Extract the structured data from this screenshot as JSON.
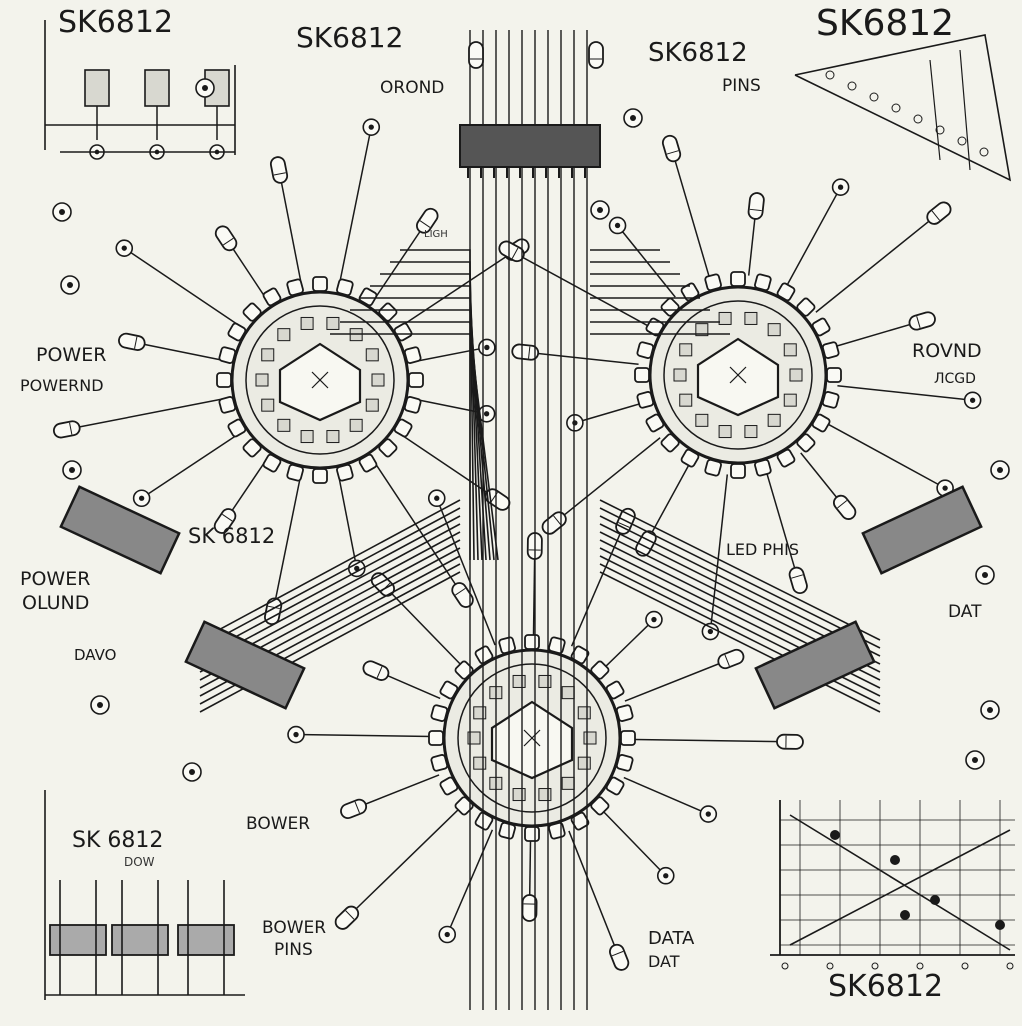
{
  "labels": {
    "top_left_title": "SK6812",
    "top_center_title": "SK6812",
    "orond": "OROND",
    "pins_title": "SK6812",
    "pins": "PINS",
    "top_right_title": "SK6812",
    "ligh": "LIGH",
    "power_left": "POWER",
    "powerd_left": "POWERND",
    "round_right": "ROVND",
    "round_sub": "ЛCGD",
    "sk_mid_left": "SK 6812",
    "power_oluund": "POWER",
    "oluund": "OLUND",
    "davo": "DAVO",
    "led_pins": "LED PHIS",
    "dat_right": "DAT",
    "bower_mid": "BOWER",
    "sk_bottom_left": "SK  6812",
    "dow": "DOW",
    "bower_pins_1": "BOWER",
    "bower_pins_2": "PINS",
    "data_1": "DATA",
    "data_2": "DAT",
    "bottom_right_title": "SK6812"
  },
  "colors": {
    "ink": "#1a1a1a",
    "paper": "#f3f3ec",
    "chip_fill": "#d8d8d0"
  }
}
